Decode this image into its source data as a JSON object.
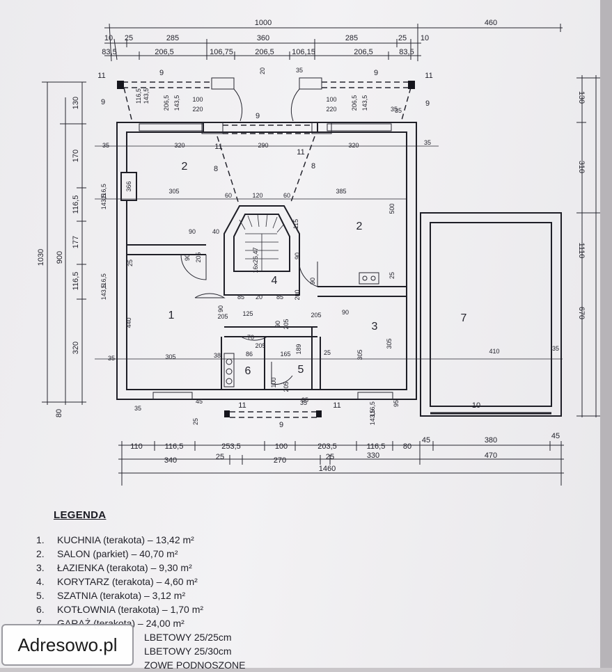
{
  "plan": {
    "top_dims_row1": [
      "1000",
      "460"
    ],
    "top_dims_row2": [
      "10",
      "25",
      "285",
      "360",
      "285",
      "25",
      "10"
    ],
    "top_dims_row3": [
      "83,5",
      "206,5",
      "106,75",
      "206,5",
      "106,15",
      "206,5",
      "83,5"
    ],
    "bottom_dims_row1": [
      "110",
      "116,5",
      "253,5",
      "100",
      "203,5",
      "116,5",
      "80",
      "45",
      "380",
      "45"
    ],
    "bottom_dims_row2": [
      "340",
      "25",
      "270",
      "25",
      "330",
      "470"
    ],
    "bottom_total": "1460",
    "left_dims_outer": [
      "1030"
    ],
    "left_dims_mid": [
      "900"
    ],
    "left_dims_inner": [
      "130",
      "170",
      "116,5",
      "177",
      "116,5",
      "320",
      "80"
    ],
    "right_dims": [
      "130",
      "310",
      "1110",
      "670"
    ],
    "interior_dims": [
      "320",
      "290",
      "320",
      "305",
      "60",
      "120",
      "60",
      "385",
      "35",
      "35",
      "35",
      "35",
      "116,5",
      "143,5",
      "366",
      "500",
      "90",
      "40",
      "90",
      "205",
      "115",
      "90",
      "25",
      "116,5",
      "143,5",
      "85",
      "20",
      "85",
      "200",
      "90",
      "90",
      "205",
      "125",
      "205",
      "90",
      "440",
      "70",
      "205",
      "90",
      "205",
      "305",
      "305",
      "35",
      "305",
      "38",
      "86",
      "165",
      "189",
      "25",
      "410",
      "35",
      "100",
      "205",
      "35",
      "116,5",
      "143,5",
      "45",
      "25",
      "35",
      "116,5",
      "143,5",
      "95",
      "206,5",
      "143,5",
      "100",
      "220",
      "100",
      "220",
      "206,5",
      "143,5",
      "20",
      "16x26,47",
      "25",
      "35",
      "35"
    ],
    "labels": [
      "2",
      "2",
      "1",
      "3",
      "4",
      "5",
      "6",
      "7",
      "8",
      "8",
      "9",
      "9",
      "9",
      "9",
      "9",
      "9",
      "10",
      "11",
      "11",
      "11",
      "11",
      "11",
      "11"
    ]
  },
  "legend": {
    "title": "LEGENDA",
    "items": [
      {
        "n": "1.",
        "text": "KUCHNIA (terakota) – 13,42 m²"
      },
      {
        "n": "2.",
        "text": "SALON (parkiet) – 40,70 m²"
      },
      {
        "n": "3.",
        "text": "ŁAZIENKA (terakota) – 9,30 m²"
      },
      {
        "n": "4.",
        "text": "KORYTARZ (terakota) – 4,60 m²"
      },
      {
        "n": "5.",
        "text": "SZATNIA (terakota) – 3,12 m²"
      },
      {
        "n": "6.",
        "text": "KOTŁOWNIA (terakota) – 1,70 m²"
      },
      {
        "n": "7.",
        "text": "GARAŻ (terakota) – 24,00 m²"
      },
      {
        "n": "",
        "text": "LBETOWY 25/25cm"
      },
      {
        "n": "",
        "text": "LBETOWY 25/30cm"
      },
      {
        "n": "",
        "text": "ZOWE PODNOSZONE"
      }
    ]
  },
  "watermark": "Adresowo.pl"
}
